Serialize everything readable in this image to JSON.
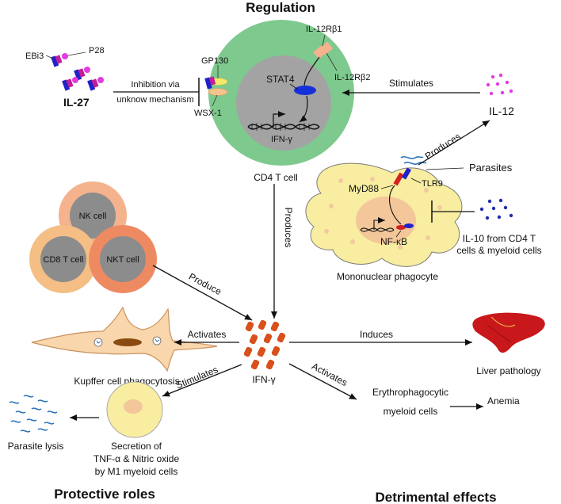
{
  "headings": {
    "regulation": "Regulation",
    "protective": "Protective roles",
    "detrimental": "Detrimental effects"
  },
  "il27": {
    "ebi3": "EBi3",
    "p28": "P28",
    "name": "IL-27",
    "inhibition_line1": "Inhibition via",
    "inhibition_line2": "unknow mechanism"
  },
  "cd4": {
    "gp130": "GP130",
    "wsx1": "WSX-1",
    "il12rb1": "IL-12Rβ1",
    "il12rb2": "IL-12Rβ2",
    "stat4": "STAT4",
    "ifng_gene": "IFN-γ",
    "label": "CD4 T cell",
    "stimulates": "Stimulates",
    "produces": "Produces"
  },
  "il12": {
    "name": "IL-12"
  },
  "phagocyte": {
    "produces": "Produces",
    "parasites": "Parasites",
    "tlr9": "TLR9",
    "myd88": "MyD88",
    "nfkb": "NF-κB",
    "label": "Mononuclear phagocyte"
  },
  "il10": {
    "line1": "IL-10 from CD4 T",
    "line2": "cells & myeloid cells"
  },
  "cells": {
    "nk": "NK cell",
    "cd8": "CD8 T cell",
    "nkt": "NKT cell",
    "produce": "Produce"
  },
  "center": {
    "ifng": "IFN-γ"
  },
  "effects": {
    "activates_left": "Activates",
    "kupffer": "Kupffer cell phagocytosis",
    "induces": "Induces",
    "liver": "Liver pathology",
    "stimulates": "Stimulates",
    "activates_right": "Activates",
    "erythro_line1": "Erythrophagocytic",
    "erythro_line2": "myeloid cells",
    "anemia": "Anemia",
    "secretion_line1": "Secretion of",
    "secretion_line2": "TNF-α & Nitric oxide",
    "secretion_line3": "by M1 myeloid cells",
    "lysis": "Parasite lysis"
  },
  "colors": {
    "cd4_outer": "#7ec98e",
    "cd4_inner": "#a3a3a3",
    "stat4": "#1530d8",
    "il12_dots": "#e23ce0",
    "il10_dots": "#1f2fa8",
    "ifng": "#d8501c",
    "phagocyte": "#f8eda0",
    "nucleus_light": "#f3c79a",
    "nk_ring": "#f4b28d",
    "cd8_ring": "#f4be85",
    "nkt_ring": "#ee8a62",
    "kupffer": "#f9d6ac",
    "liver": "#c8181b",
    "parasite": "#2a73b8"
  }
}
